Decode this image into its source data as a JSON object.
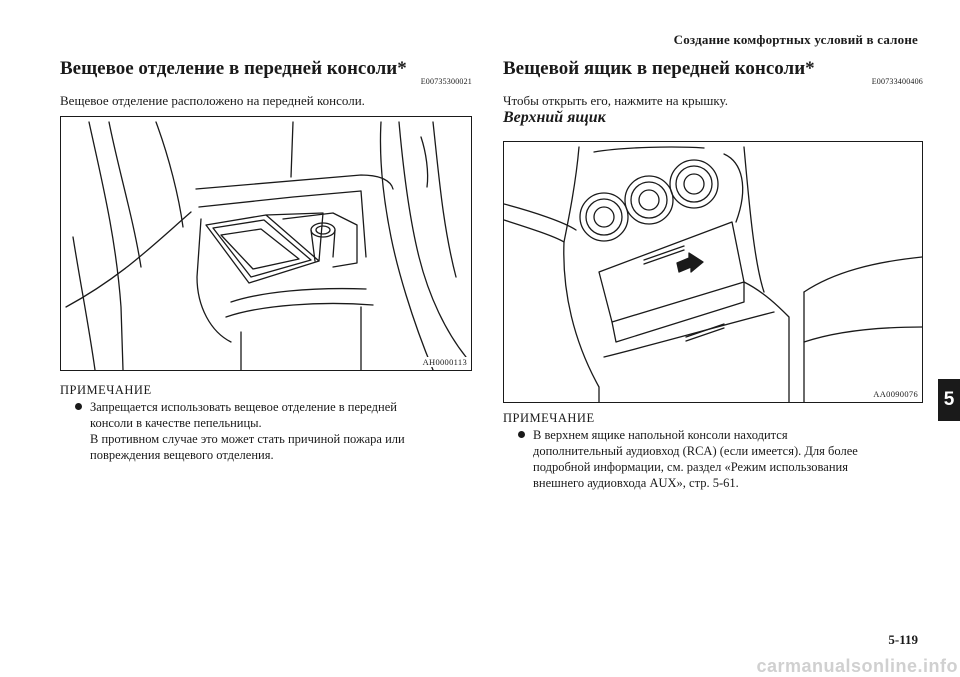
{
  "header": {
    "section_title": "Создание комфортных условий в салоне"
  },
  "left": {
    "title": "Вещевое отделение в передней консоли*",
    "code": "E00735300021",
    "intro": "Вещевое отделение расположено на передней консоли.",
    "figure_code": "AH0000113",
    "note_heading": "ПРИМЕЧАНИЕ",
    "note_lines": [
      "Запрещается использовать вещевое отделение в передней",
      "консоли в качестве пепельницы.",
      "В противном случае это может стать причиной пожара или",
      "повреждения вещевого отделения."
    ]
  },
  "right": {
    "title": "Вещевой ящик в передней консоли*",
    "code": "E00733400406",
    "intro": "Чтобы открыть его, нажмите на крышку.",
    "subheading": "Верхний ящик",
    "figure_code": "AA0090076",
    "note_heading": "ПРИМЕЧАНИЕ",
    "note_lines": [
      "В верхнем ящике напольной консоли находится",
      "дополнительный аудиовход (RCA) (если имеется). Для более",
      "подробной информации, см. раздел «Режим использования",
      "внешнего аудиовхода AUX», стр. 5-61."
    ]
  },
  "chapter_tab": "5",
  "page_number": "5-119",
  "watermark": "carmanualsonline.info"
}
